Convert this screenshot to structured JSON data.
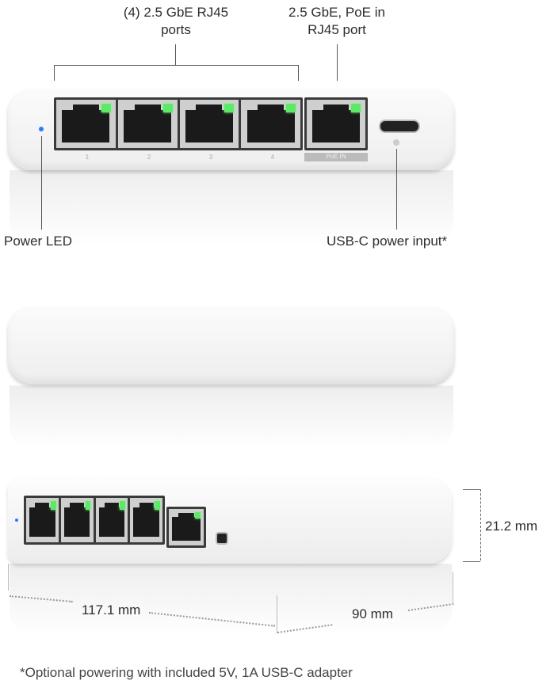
{
  "callouts": {
    "ports_line1": "(4) 2.5 GbE RJ45",
    "ports_line2": "ports",
    "poe_line1": "2.5 GbE, PoE in",
    "poe_line2": "RJ45 port",
    "power_led": "Power LED",
    "usb_c": "USB-C power input*"
  },
  "device": {
    "port_numbers": [
      "1",
      "2",
      "3",
      "4"
    ],
    "poe_label": "PoE IN",
    "led_color": "#2a7bff",
    "port_led_color": "#5ee86a"
  },
  "dimensions": {
    "height": "21.2 mm",
    "width": "117.1 mm",
    "depth": "90 mm"
  },
  "footnote": "*Optional powering with included 5V, 1A USB-C adapter"
}
